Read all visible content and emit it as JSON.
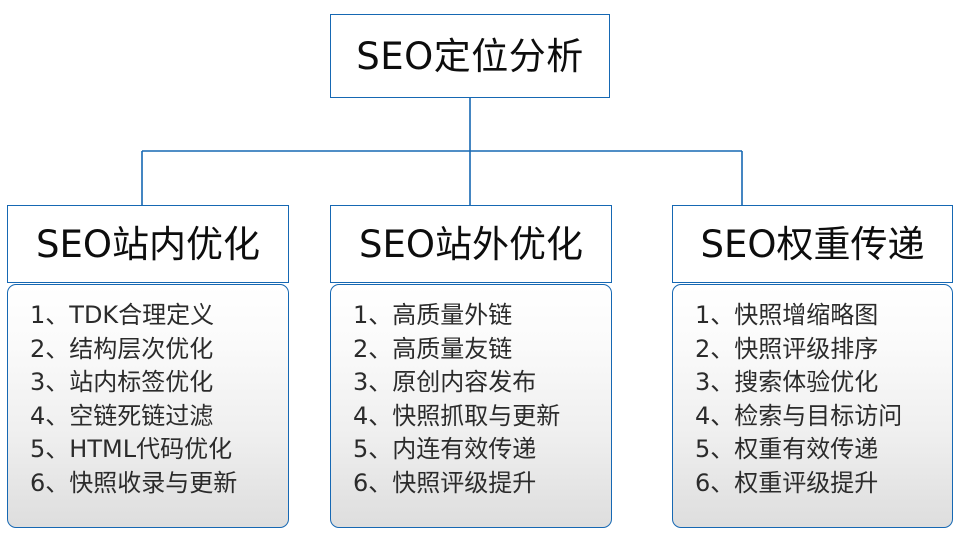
{
  "diagram": {
    "title": "SEO定位分析",
    "accent_color": "#1668b3",
    "text_color": "#0d0d0d",
    "item_text_color": "#2b2b2b",
    "root": {
      "label": "SEO定位分析"
    },
    "branches": [
      {
        "header": "SEO站内优化",
        "items": [
          {
            "num": "1、",
            "text": "TDK合理定义"
          },
          {
            "num": "2、",
            "text": "结构层次优化"
          },
          {
            "num": "3、",
            "text": "站内标签优化"
          },
          {
            "num": "4、",
            "text": "空链死链过滤"
          },
          {
            "num": "5、",
            "text": "HTML代码优化"
          },
          {
            "num": "6、",
            "text": "快照收录与更新"
          }
        ]
      },
      {
        "header": "SEO站外优化",
        "items": [
          {
            "num": "1、",
            "text": "高质量外链"
          },
          {
            "num": "2、",
            "text": "高质量友链"
          },
          {
            "num": "3、",
            "text": "原创内容发布"
          },
          {
            "num": "4、",
            "text": "快照抓取与更新"
          },
          {
            "num": "5、",
            "text": "内连有效传递"
          },
          {
            "num": "6、",
            "text": "快照评级提升"
          }
        ]
      },
      {
        "header": "SEO权重传递",
        "items": [
          {
            "num": "1、",
            "text": "快照增缩略图"
          },
          {
            "num": "2、",
            "text": "快照评级排序"
          },
          {
            "num": "3、",
            "text": "搜索体验优化"
          },
          {
            "num": "4、",
            "text": "检索与目标访问"
          },
          {
            "num": "5、",
            "text": "权重有效传递"
          },
          {
            "num": "6、",
            "text": "权重评级提升"
          }
        ]
      }
    ]
  }
}
